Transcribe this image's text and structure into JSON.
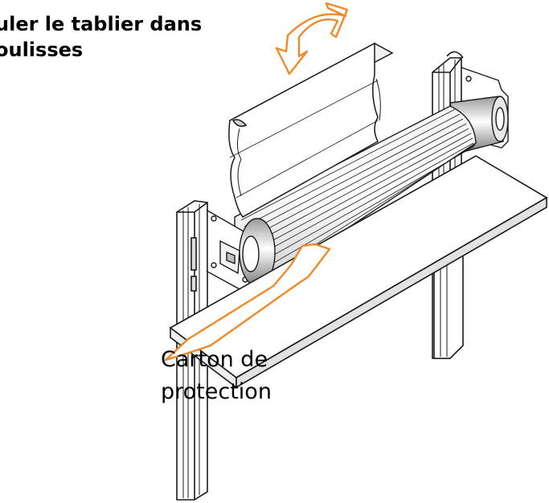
{
  "heading": {
    "line1": "uler le tablier dans",
    "line2": "oulisses"
  },
  "callout": {
    "line1": "Carton de",
    "line2": "protection"
  },
  "colors": {
    "arrow_fill": "#ffffff",
    "arrow_stroke": "#f08a28",
    "line": "#1a1a1a",
    "metal": "#d8d8d8"
  },
  "icons": [
    "curved-rotate-arrow-icon",
    "insert-arrow-icon"
  ]
}
